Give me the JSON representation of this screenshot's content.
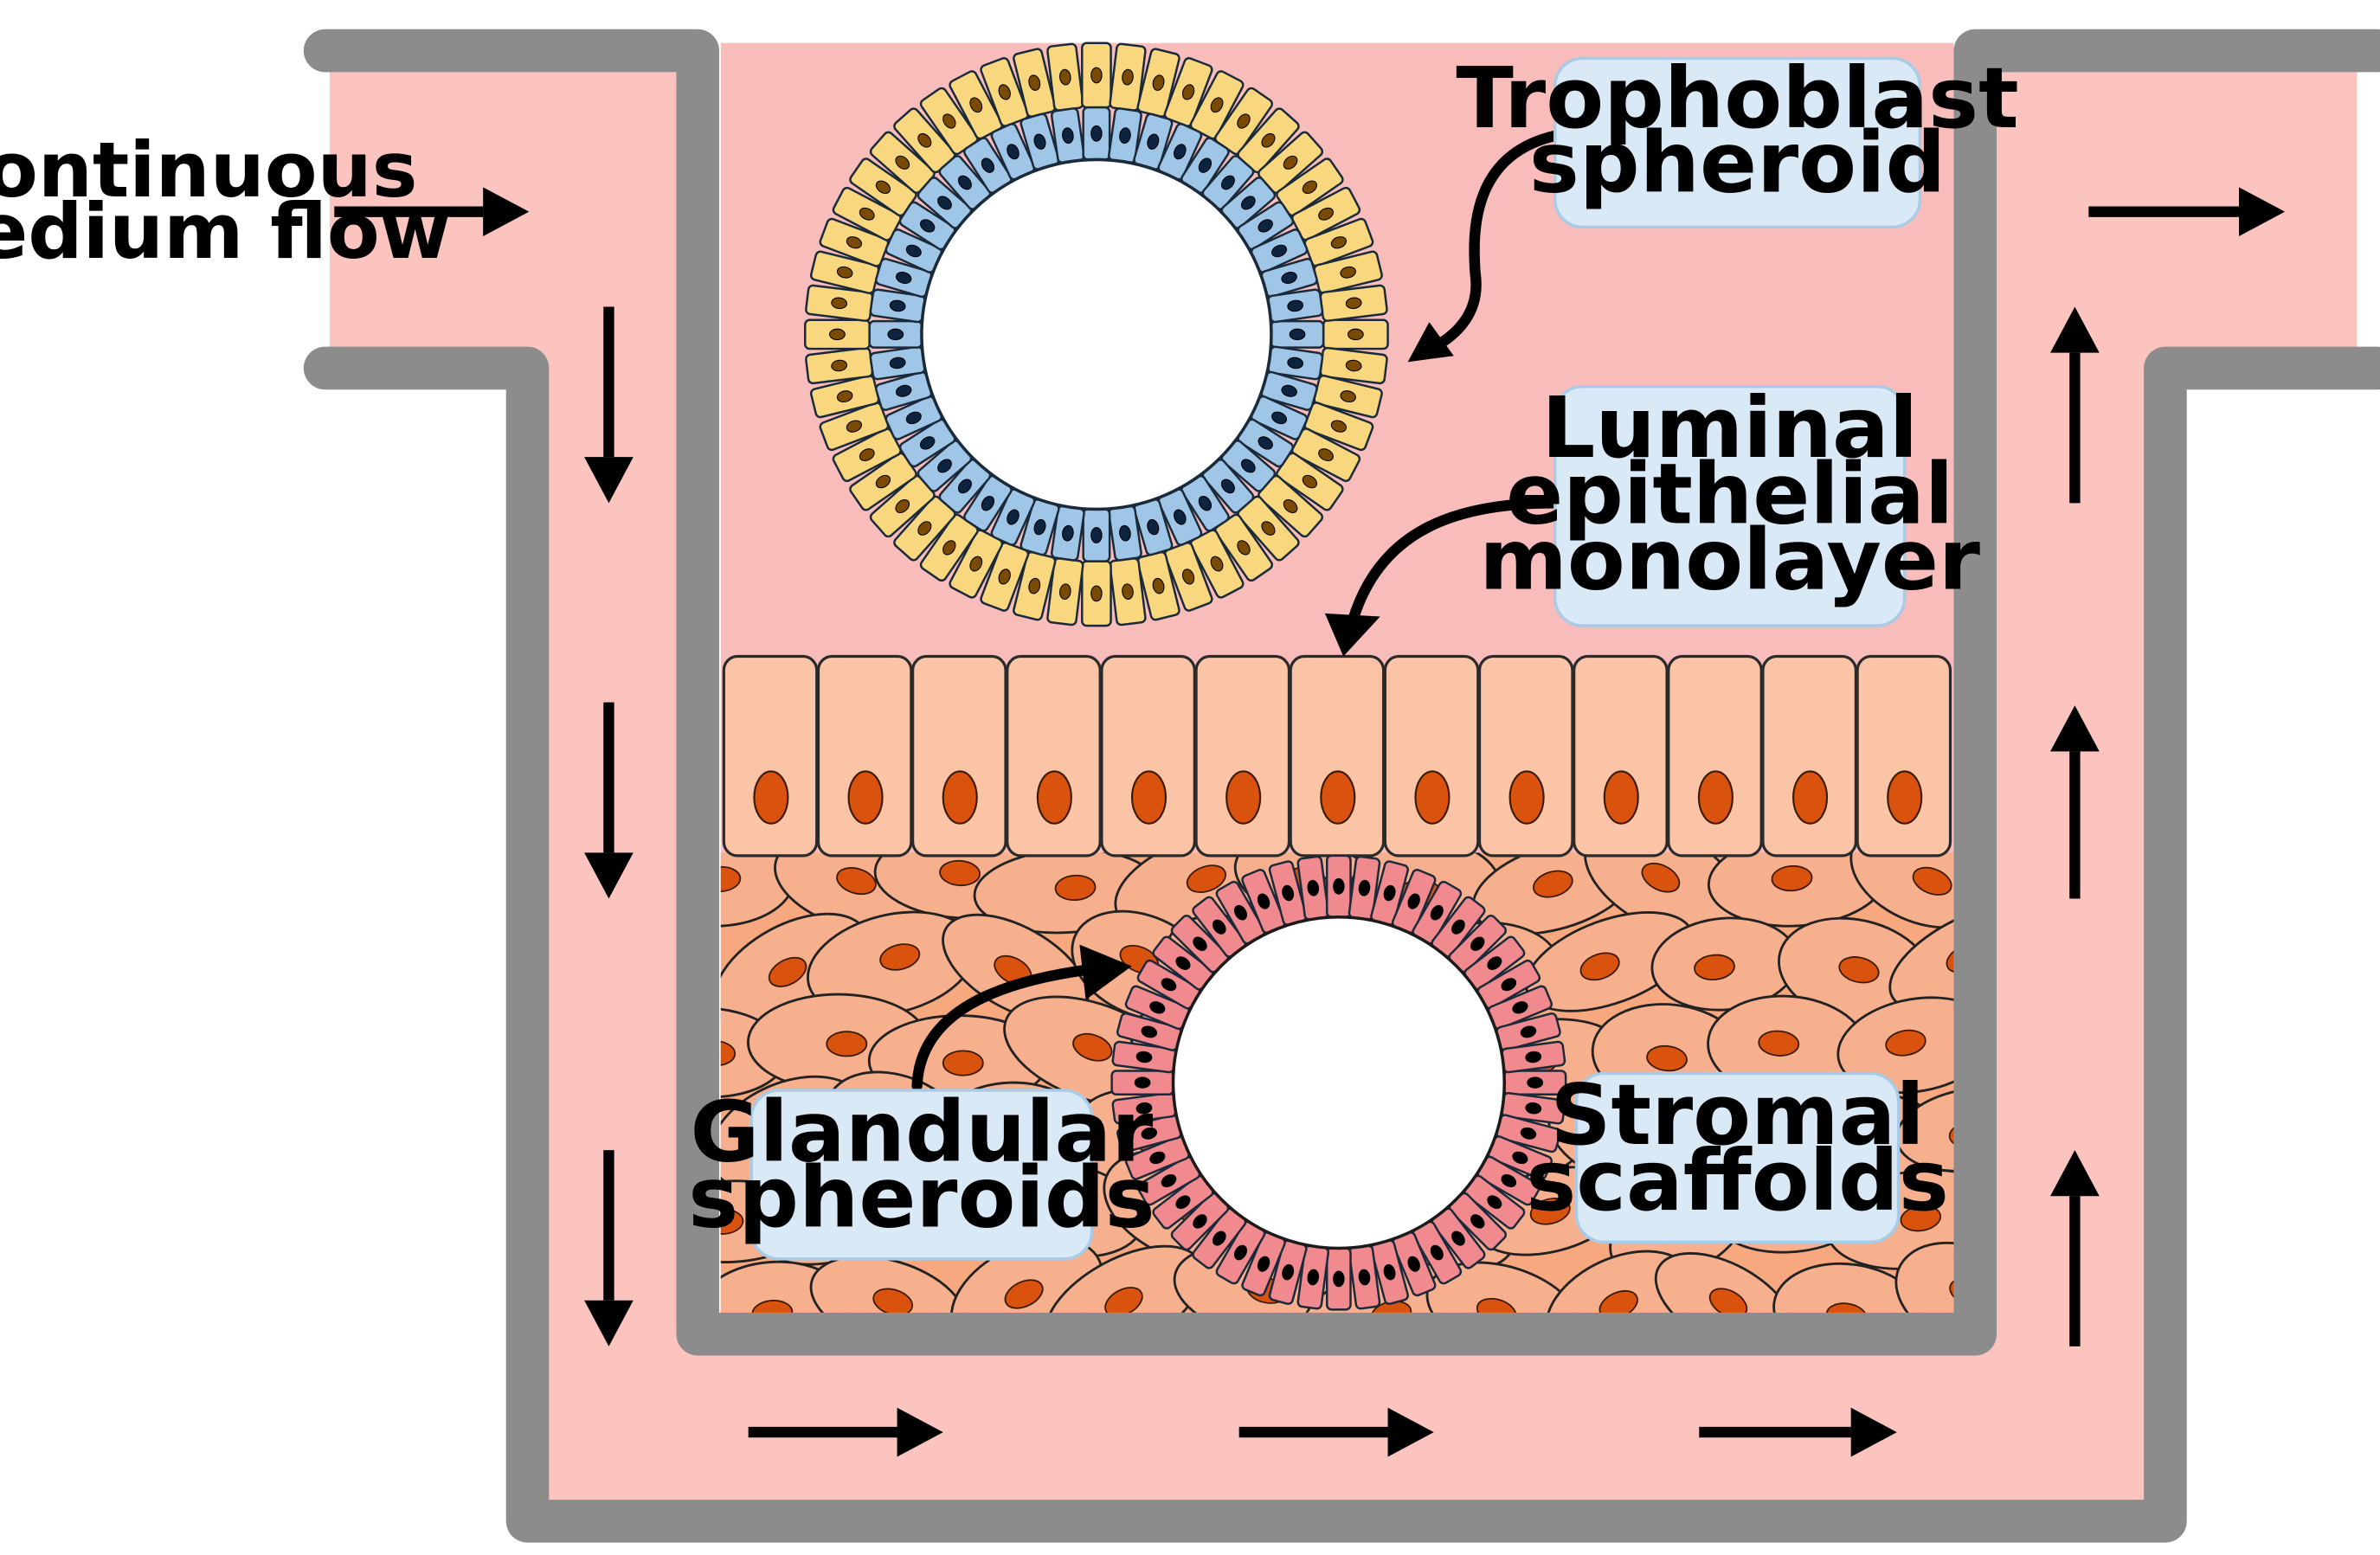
{
  "flow_label": {
    "line1": "Continuous",
    "line2": "medium flow"
  },
  "callouts": {
    "trophoblast": {
      "line1": "Trophoblast",
      "line2": "spheroid"
    },
    "luminal": {
      "line1": "Luminal",
      "line2": "epithelial",
      "line3": "monolayer"
    },
    "glandular": {
      "line1": "Glandular",
      "line2": "spheroids"
    },
    "stromal": {
      "line1": "Stromal",
      "line2": "scaffolds"
    }
  },
  "colors": {
    "medium": "#fbc4bf",
    "chamber": "#f8bcbb",
    "wall": "#8c8c8c",
    "stroma": "#f8a87e",
    "stromal_cell": "#f6b08e",
    "nucleus": "#d9530f",
    "epithelial_cell": "#fbc4a6",
    "trophoblast_outer": "#f9d77f",
    "trophoblast_inner": "#9fc6e6",
    "gland_cell": "#f08a8e",
    "callout_fill": "#d9eaf6",
    "callout_border": "#a9cbe6",
    "arrow": "#000000"
  }
}
